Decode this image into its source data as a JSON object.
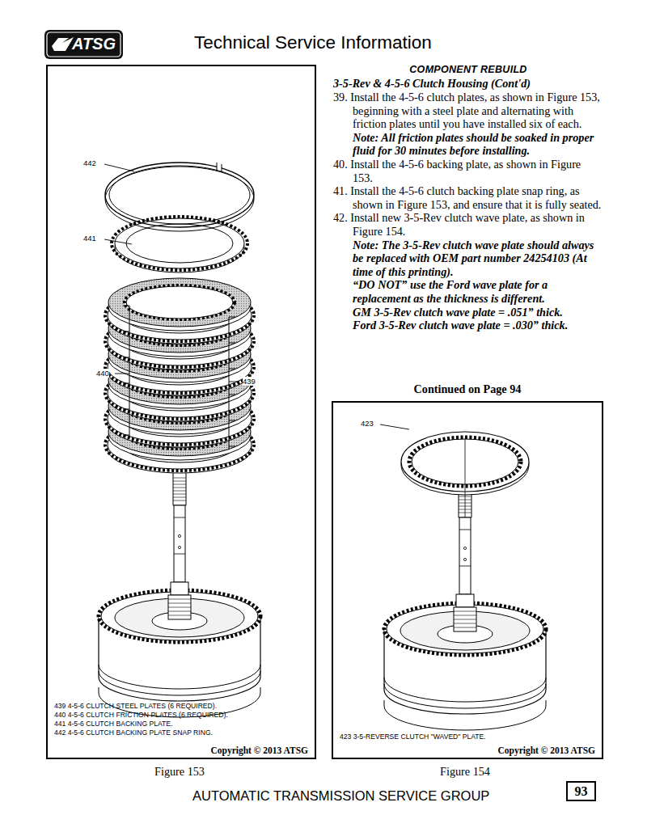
{
  "diagram": {
    "title": "Technical Service Information",
    "nodes": [
      {
        "text": [
          "ATSG"
        ]
      },
      {
        "text": [
          "439 4-5-6 CLUTCH STEEL PLATES (6 REQUIRED).",
          "440 4-5-6 CLUTCH FRICTION PLATES (6 REQUIRED).",
          "441 4-5-6 CLUTCH BACKING PLATE.",
          "442 4-5-6 CLUTCH BACKING PLATE SNAP RING.",
          "Copyright © 2013 ATSG"
        ]
      },
      {
        "text": [
          "423 3-5-REVERSE CLUTCH \"WAVED\" PLATE.",
          "Copyright © 2013 ATSG"
        ]
      },
      {
        "text": [
          "93"
        ]
      }
    ],
    "labels": [
      "COMPONENT REBUILD",
      "3-5-Rev & 4-5-6 Clutch Housing (Cont'd)",
      "39. Install the 4-5-6 clutch plates, as shown in Figure 153, beginning with a steel plate and alternating with friction plates until you have installed six of each.",
      "Note: All friction plates should be soaked in proper fluid for 30 minutes before installing.",
      "40. Install the 4-5-6 backing plate, as shown in Figure 153.",
      "41. Install the 4-5-6 clutch backing plate snap ring, as shown in Figure 153, and ensure that it is fully seated.",
      "42. Install new 3-5-Rev clutch wave plate, as shown in Figure 154.",
      "Note: The 3-5-Rev clutch wave plate should always be replaced with OEM part number 24254103 (At time of this printing).",
      "“DO NOT” use the Ford wave plate for a replacement as the thickness is different.",
      "GM 3-5-Rev clutch wave plate = .051” thick.",
      "Ford 3-5-Rev clutch wave plate = .030” thick.",
      "Continued on Page 94",
      "442",
      "441",
      "440",
      "439",
      "423",
      "Figure 153",
      "Figure 154",
      "AUTOMATIC TRANSMISSION SERVICE GROUP"
    ]
  }
}
